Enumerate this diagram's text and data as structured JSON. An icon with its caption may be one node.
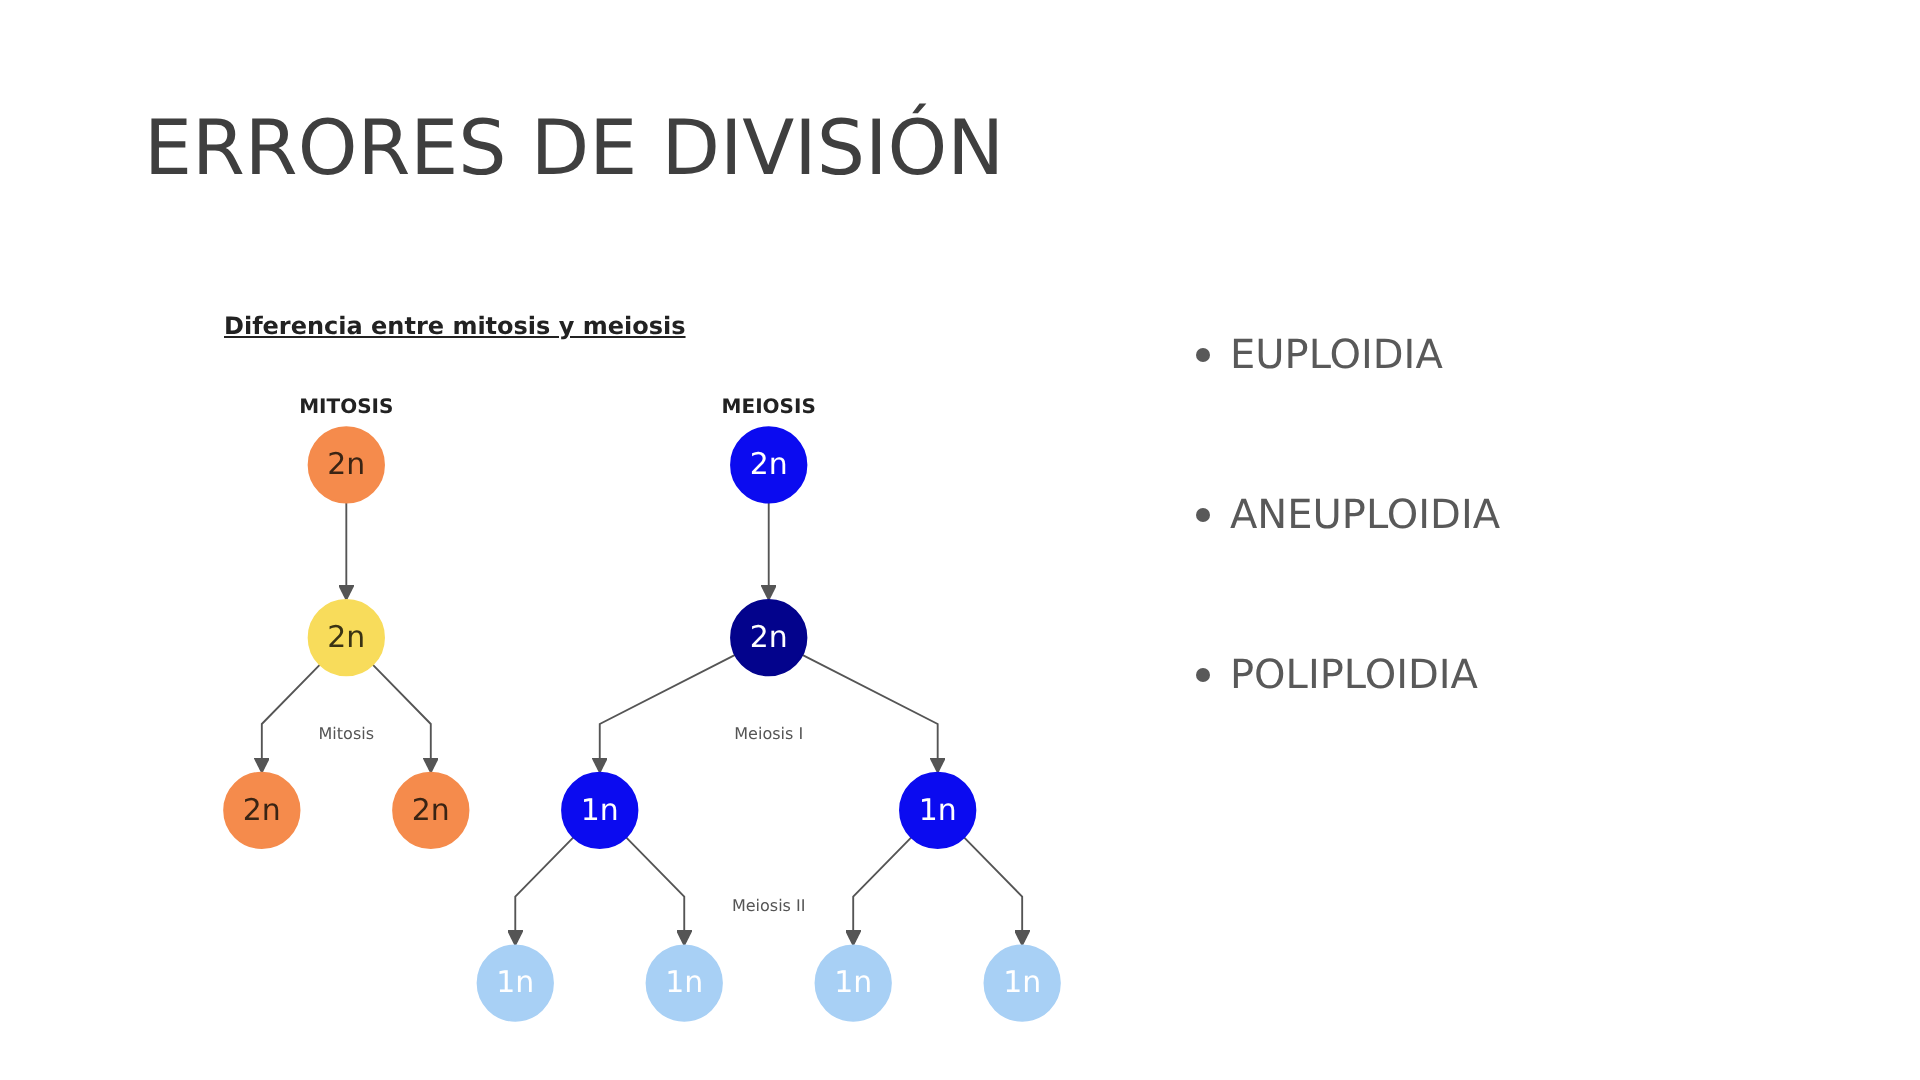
{
  "diagram": {
    "title": "ERRORES DE DIVISIÓN",
    "nodes": [
      {
        "text": [
          "2n"
        ]
      },
      {
        "text": [
          "2n"
        ]
      },
      {
        "text": [
          "2n"
        ]
      },
      {
        "text": [
          "2n"
        ]
      },
      {
        "text": [
          "2n"
        ]
      },
      {
        "text": [
          "2n"
        ]
      },
      {
        "text": [
          "1n"
        ]
      },
      {
        "text": [
          "1n"
        ]
      },
      {
        "text": [
          "1n"
        ]
      },
      {
        "text": [
          "1n"
        ]
      },
      {
        "text": [
          "1n"
        ]
      },
      {
        "text": [
          "1n"
        ]
      }
    ],
    "edges": [
      {
        "from": 0,
        "to": 1,
        "arrow": "to"
      },
      {
        "from": 1,
        "to": 2,
        "arrow": "to"
      },
      {
        "from": 1,
        "to": 3,
        "arrow": "to"
      },
      {
        "from": 4,
        "to": 5,
        "arrow": "to"
      },
      {
        "from": 5,
        "to": 6,
        "arrow": "to"
      },
      {
        "from": 5,
        "to": 7,
        "arrow": "to"
      },
      {
        "from": 6,
        "to": 8,
        "arrow": "to"
      },
      {
        "from": 6,
        "to": 9,
        "arrow": "to"
      },
      {
        "from": 7,
        "to": 10,
        "arrow": "to"
      },
      {
        "from": 7,
        "to": 11,
        "arrow": "to"
      }
    ],
    "labels": [
      "Diferencia entre mitosis y meiosis",
      "MITOSIS",
      "MEIOSIS",
      "Mitosis",
      "Meiosis I",
      "Meiosis II",
      "EUPLOIDIA",
      "ANEUPLOIDIA",
      "POLIPLOIDIA"
    ]
  }
}
